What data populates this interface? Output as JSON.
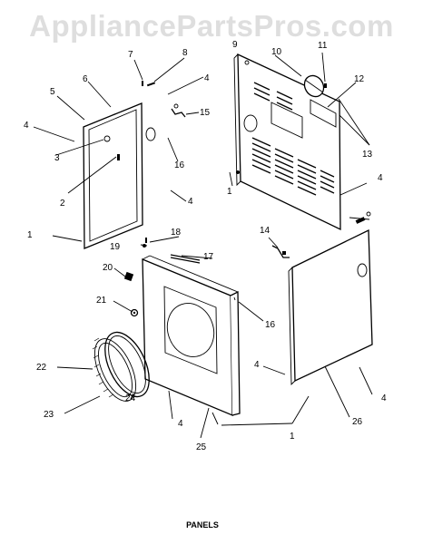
{
  "watermark": "AppliancePartsPros.com",
  "caption": "PANELS",
  "callouts": [
    {
      "id": "c1a",
      "text": "1"
    },
    {
      "id": "c1b",
      "text": "1"
    },
    {
      "id": "c1c",
      "text": "1"
    },
    {
      "id": "c2",
      "text": "2"
    },
    {
      "id": "c3",
      "text": "3"
    },
    {
      "id": "c4a",
      "text": "4"
    },
    {
      "id": "c4b",
      "text": "4"
    },
    {
      "id": "c4c",
      "text": "4"
    },
    {
      "id": "c4d",
      "text": "4"
    },
    {
      "id": "c4e",
      "text": "4"
    },
    {
      "id": "c4f",
      "text": "4"
    },
    {
      "id": "c4g",
      "text": "4"
    },
    {
      "id": "c5",
      "text": "5"
    },
    {
      "id": "c6",
      "text": "6"
    },
    {
      "id": "c7",
      "text": "7"
    },
    {
      "id": "c8",
      "text": "8"
    },
    {
      "id": "c9",
      "text": "9"
    },
    {
      "id": "c10",
      "text": "10"
    },
    {
      "id": "c11",
      "text": "11"
    },
    {
      "id": "c12",
      "text": "12"
    },
    {
      "id": "c13",
      "text": "13"
    },
    {
      "id": "c14",
      "text": "14"
    },
    {
      "id": "c15",
      "text": "15"
    },
    {
      "id": "c16a",
      "text": "16"
    },
    {
      "id": "c16b",
      "text": "16"
    },
    {
      "id": "c17",
      "text": "17"
    },
    {
      "id": "c18",
      "text": "18"
    },
    {
      "id": "c19",
      "text": "19"
    },
    {
      "id": "c20",
      "text": "20"
    },
    {
      "id": "c21",
      "text": "21"
    },
    {
      "id": "c22",
      "text": "22"
    },
    {
      "id": "c23",
      "text": "23"
    },
    {
      "id": "c24",
      "text": "24"
    },
    {
      "id": "c25",
      "text": "25"
    },
    {
      "id": "c26",
      "text": "26"
    }
  ]
}
